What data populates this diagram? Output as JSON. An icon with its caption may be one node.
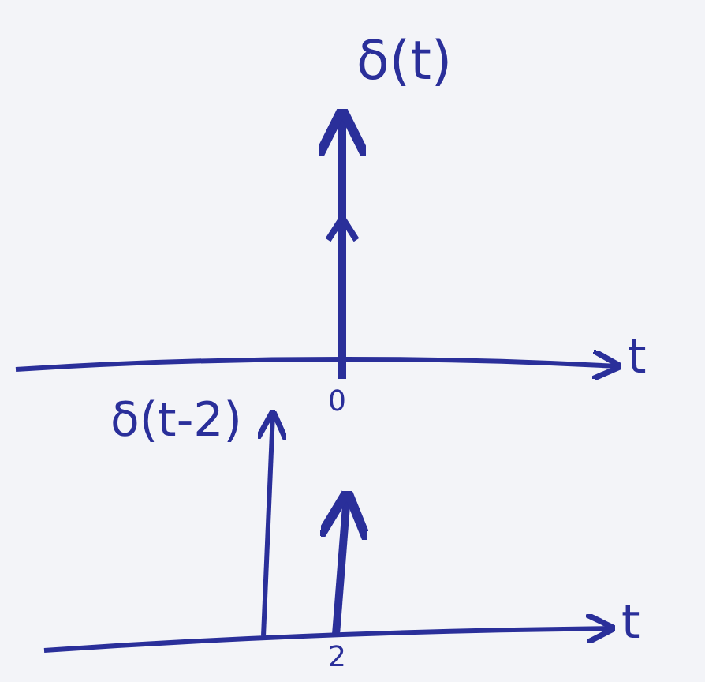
{
  "diagram": {
    "labels": [
      "δ(t)",
      "t",
      "0",
      "δ(t-2)",
      "t",
      "2"
    ]
  }
}
